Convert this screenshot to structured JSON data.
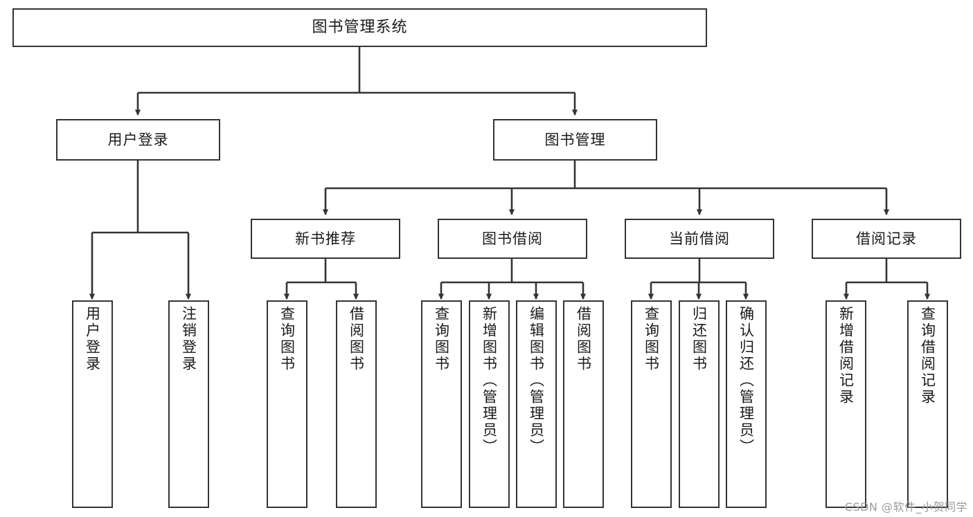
{
  "diagram": {
    "type": "tree-hierarchy-chart",
    "title": "图书管理系统",
    "stroke_color": "#333333",
    "fill_color": "#ffffff",
    "text_color": "#1a1a1a",
    "watermark": "CSDN @软件_小贺同学",
    "levels": {
      "root": {
        "label": "图书管理系统"
      },
      "level2": [
        {
          "id": "user-login",
          "label": "用户登录"
        },
        {
          "id": "book-management",
          "label": "图书管理"
        }
      ],
      "level3": [
        {
          "id": "new-book-recommend",
          "label": "新书推荐",
          "parent": "book-management"
        },
        {
          "id": "book-borrow",
          "label": "图书借阅",
          "parent": "book-management"
        },
        {
          "id": "current-borrow",
          "label": "当前借阅",
          "parent": "book-management"
        },
        {
          "id": "borrow-record",
          "label": "借阅记录",
          "parent": "book-management"
        }
      ],
      "leaves": [
        {
          "id": "leaf-user-login",
          "label": "用户登录",
          "parent": "user-login"
        },
        {
          "id": "leaf-user-logout",
          "label": "注销登录",
          "parent": "user-login"
        },
        {
          "id": "leaf-query-book-1",
          "label": "查询图书",
          "parent": "new-book-recommend"
        },
        {
          "id": "leaf-borrow-book-1",
          "label": "借阅图书",
          "parent": "new-book-recommend"
        },
        {
          "id": "leaf-query-book-2",
          "label": "查询图书",
          "parent": "book-borrow"
        },
        {
          "id": "leaf-add-book",
          "label": "新增图书（管理员）",
          "parent": "book-borrow"
        },
        {
          "id": "leaf-edit-book",
          "label": "编辑图书（管理员）",
          "parent": "book-borrow"
        },
        {
          "id": "leaf-borrow-book-2",
          "label": "借阅图书",
          "parent": "book-borrow"
        },
        {
          "id": "leaf-query-book-3",
          "label": "查询图书",
          "parent": "current-borrow"
        },
        {
          "id": "leaf-return-book",
          "label": "归还图书",
          "parent": "current-borrow"
        },
        {
          "id": "leaf-confirm-return",
          "label": "确认归还（管理员）",
          "parent": "current-borrow"
        },
        {
          "id": "leaf-add-record",
          "label": "新增借阅记录",
          "parent": "borrow-record"
        },
        {
          "id": "leaf-query-record",
          "label": "查询借阅记录",
          "parent": "borrow-record"
        }
      ]
    }
  }
}
